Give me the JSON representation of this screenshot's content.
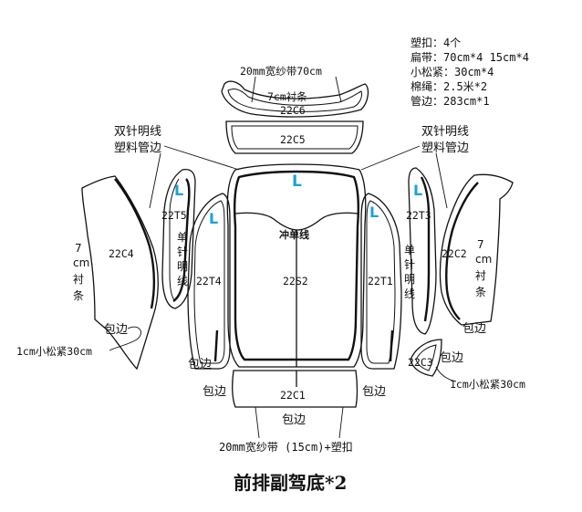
{
  "spec": {
    "title": "塑扣：4个",
    "lines": [
      "扁带：70cm*4  15cm*4",
      "小松紧：30cm*4",
      "棉绳：2.5米*2",
      "管边：283cm*1"
    ]
  },
  "labels": {
    "ribbon_top": "20mm宽纱带70cm",
    "lining_top": "7cm衬条",
    "c6": "22C6",
    "c5": "22C5",
    "double_left": [
      "双针明线",
      "塑料管边"
    ],
    "double_right": [
      "双针明线",
      "塑料管边"
    ],
    "c4": "22C4",
    "lining_left": [
      "7",
      "cm",
      "衬",
      "条"
    ],
    "t5": "22T5",
    "single_left": [
      "单",
      "针",
      "明",
      "线"
    ],
    "t4": "22T4",
    "center_stitch": "冲单线",
    "s2": "22S2",
    "t1": "22T1",
    "single_right": [
      "单",
      "针",
      "明",
      "线"
    ],
    "t3": "22T3",
    "c2": "22C2",
    "lining_right": [
      "7",
      "cm",
      "衬",
      "条"
    ],
    "binding_c4": "包边",
    "elastic_left": "1cm小松紧30cm",
    "binding_t4": "包边",
    "binding_c1_left": "包边",
    "c1": "22C1",
    "binding_c1_right": "包边",
    "binding_c1_bottom": "包边",
    "binding_c2": "包边",
    "c3": "22C3",
    "binding_c3": "包边",
    "elastic_right": "1cm小松紧30cm",
    "ribbon_bottom": "20mm宽纱带 (15cm)+塑扣",
    "marker_center": "L",
    "marker_t5": "L",
    "marker_t4": "L",
    "marker_t1": "L",
    "marker_t3": "L"
  },
  "footer": {
    "caption": "前排副驾底*2"
  },
  "colors": {
    "marker": "#1aa3d9",
    "line": "#111111"
  }
}
